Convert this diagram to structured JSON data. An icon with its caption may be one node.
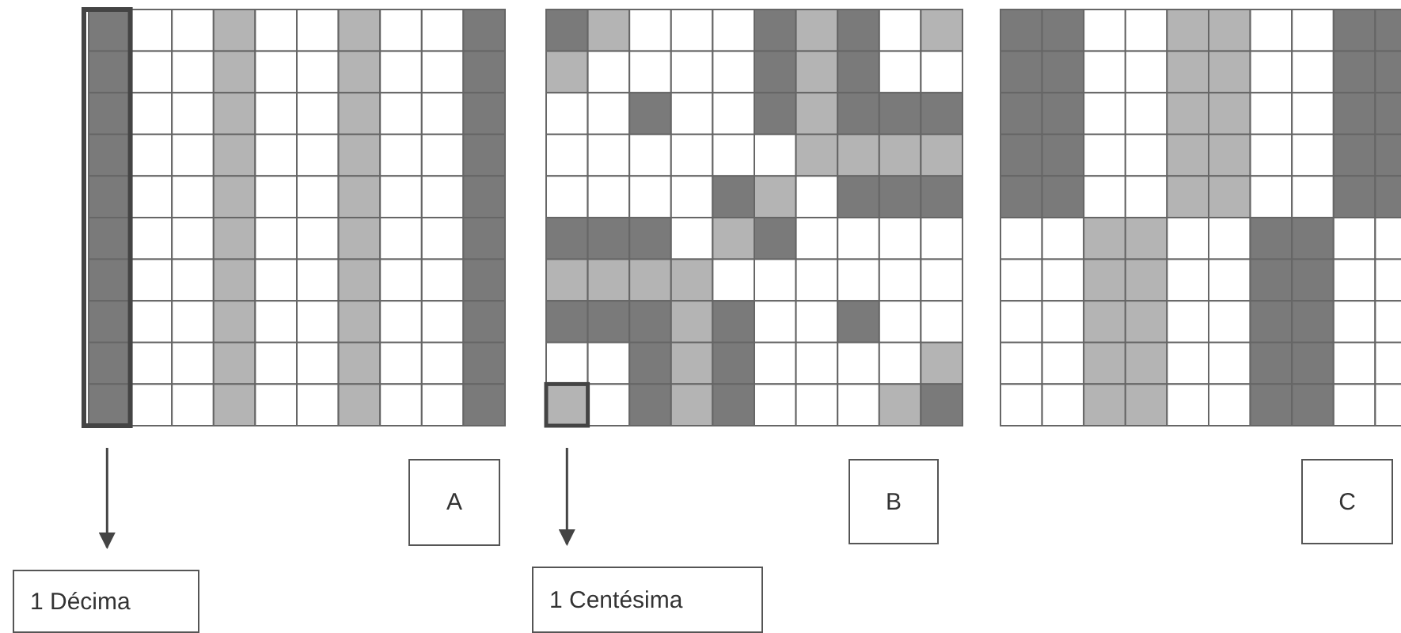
{
  "diagram": {
    "nodes": [
      {
        "text": [
          "A"
        ]
      },
      {
        "text": [
          "1 Décima"
        ]
      },
      {
        "text": [
          "B"
        ]
      },
      {
        "text": [
          "1 Centésima"
        ]
      },
      {
        "text": [
          "C"
        ]
      },
      {
        "text": [],
        "shape": "bar"
      },
      {
        "text": [],
        "shape": "box"
      }
    ],
    "edges": [
      {
        "from": 5,
        "to": 1,
        "arrow": "to"
      },
      {
        "from": 6,
        "to": 3,
        "arrow": "to"
      }
    ]
  }
}
